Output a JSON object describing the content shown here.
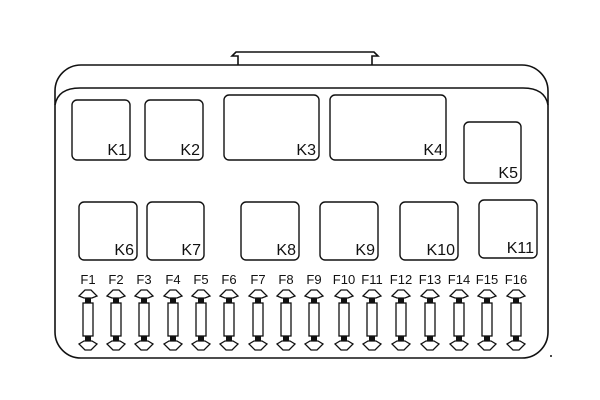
{
  "diagram": {
    "relays": [
      {
        "label": "K1"
      },
      {
        "label": "K2"
      },
      {
        "label": "K3"
      },
      {
        "label": "K4"
      },
      {
        "label": "K5"
      },
      {
        "label": "K6"
      },
      {
        "label": "K7"
      },
      {
        "label": "K8"
      },
      {
        "label": "K9"
      },
      {
        "label": "K10"
      },
      {
        "label": "K11"
      }
    ],
    "fuses": [
      {
        "label": "F1"
      },
      {
        "label": "F2"
      },
      {
        "label": "F3"
      },
      {
        "label": "F4"
      },
      {
        "label": "F5"
      },
      {
        "label": "F6"
      },
      {
        "label": "F7"
      },
      {
        "label": "F8"
      },
      {
        "label": "F9"
      },
      {
        "label": "F10"
      },
      {
        "label": "F11"
      },
      {
        "label": "F12"
      },
      {
        "label": "F13"
      },
      {
        "label": "F14"
      },
      {
        "label": "F15"
      },
      {
        "label": "F16"
      }
    ]
  }
}
